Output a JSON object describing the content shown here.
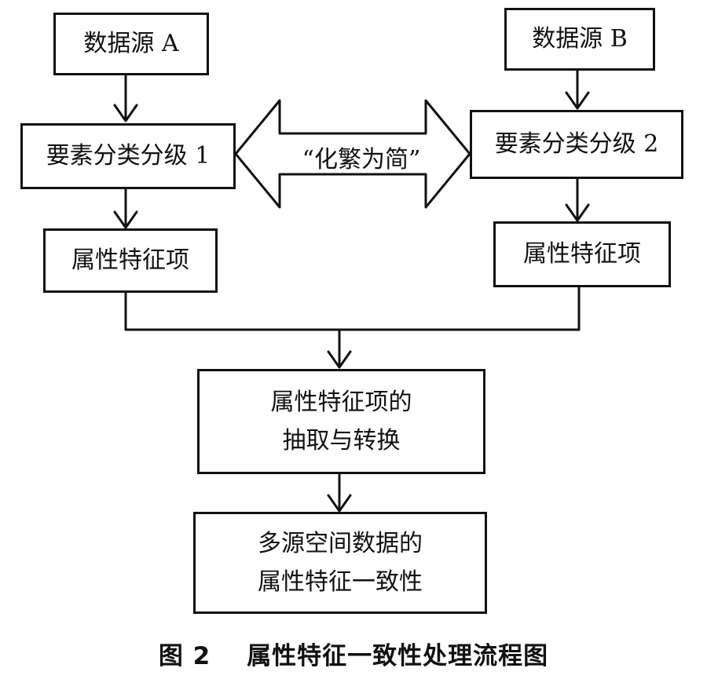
{
  "diagram": {
    "source_a": "数据源 A",
    "source_b": "数据源 B",
    "classify_1": "要素分类分级 1",
    "classify_2": "要素分类分级 2",
    "attr_a": "属性特征项",
    "attr_b": "属性特征项",
    "extract_line1": "属性特征项的",
    "extract_line2": "抽取与转换",
    "result_line1": "多源空间数据的",
    "result_line2": "属性特征一致性",
    "double_arrow_label": "“化繁为简”"
  },
  "caption": {
    "figure_number": "图 2",
    "title": "属性特征一致性处理流程图"
  }
}
